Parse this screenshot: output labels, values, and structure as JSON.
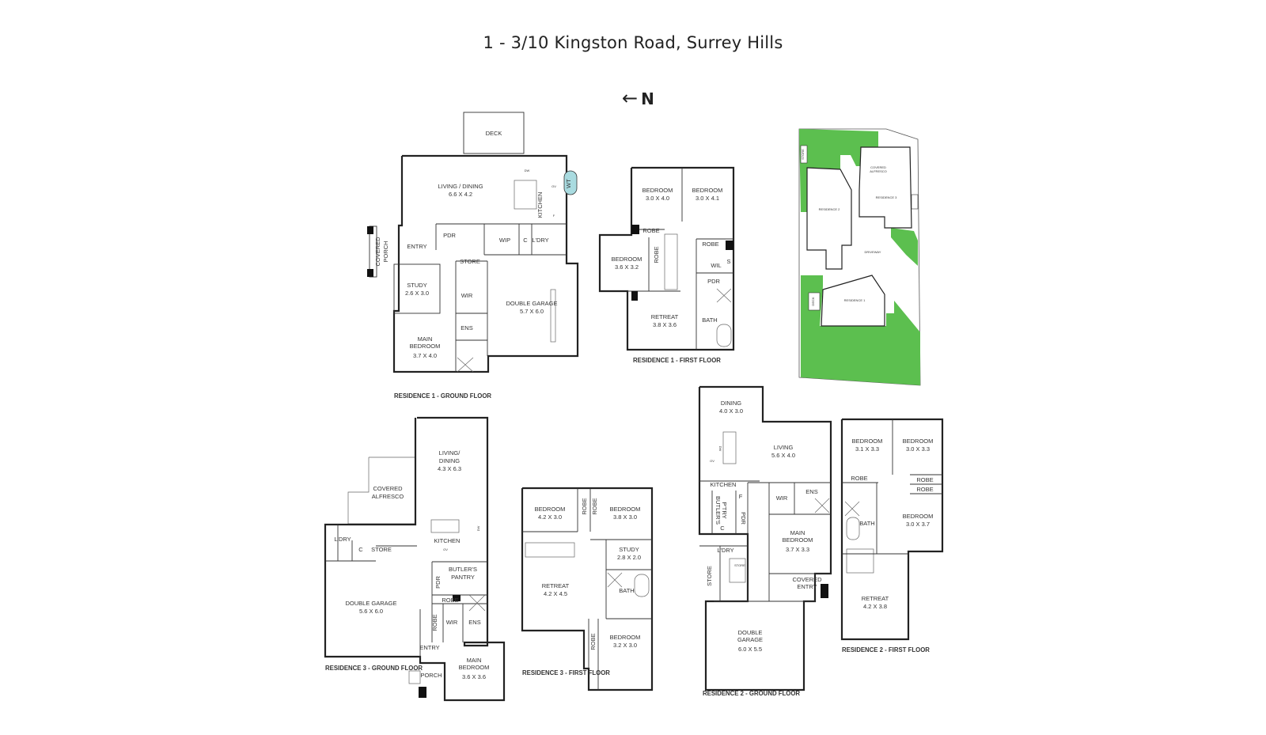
{
  "title": "1 - 3/10 Kingston Road, Surrey Hills",
  "north_label": "N",
  "north_arrow": "←",
  "captions": {
    "r1_ground": "RESIDENCE 1 - GROUND FLOOR",
    "r1_first": "RESIDENCE 1 - FIRST FLOOR",
    "r2_ground": "RESIDENCE 2 - GROUND FLOOR",
    "r2_first": "RESIDENCE 2 - FIRST FLOOR",
    "r3_ground": "RESIDENCE 3 - GROUND FLOOR",
    "r3_first": "RESIDENCE 3 - FIRST FLOOR"
  },
  "r1g": {
    "deck": "DECK",
    "living_name": "LIVING / DINING",
    "living_dim": "6.6 X 4.2",
    "kitchen": "KITCHEN",
    "wt": "WT",
    "dw": "DW",
    "ov": "OV",
    "f": "F",
    "pdr": "PDR",
    "wip": "WIP",
    "c": "C",
    "ldry": "L'DRY",
    "porch_a": "COVERED",
    "porch_b": "PORCH",
    "entry": "ENTRY",
    "store": "STORE",
    "study_name": "STUDY",
    "study_dim": "2.6 X 3.0",
    "wir": "WIR",
    "ens": "ENS",
    "garage_name": "DOUBLE GARAGE",
    "garage_dim": "5.7 X 6.0",
    "main_a": "MAIN",
    "main_b": "BEDROOM",
    "main_dim": "3.7 X 4.0"
  },
  "r1f": {
    "bed1_name": "BEDROOM",
    "bed1_dim": "3.0 X 4.0",
    "bed2_name": "BEDROOM",
    "bed2_dim": "3.0 X 4.1",
    "robe1": "ROBE",
    "robe2": "ROBE",
    "robe_v": "ROBE",
    "bed3_name": "BEDROOM",
    "bed3_dim": "3.6 X 3.2",
    "wil": "WIL",
    "s": "S",
    "pdr": "PDR",
    "retreat_name": "RETREAT",
    "retreat_dim": "3.8 X 3.6",
    "bath": "BATH"
  },
  "site": {
    "r2": "RESIDENCE 2",
    "r3": "RESIDENCE 3",
    "r1": "RESIDENCE 1",
    "driveway": "DRIVEWAY",
    "alfresco_a": "COVERED",
    "alfresco_b": "ALFRESCO",
    "store": "STORE",
    "deck": "DECK"
  },
  "r3g": {
    "living_name": "LIVING/",
    "living_name2": "DINING",
    "living_dim": "4.3 X 6.3",
    "alfresco_a": "COVERED",
    "alfresco_b": "ALFRESCO",
    "ldry": "L'DRY",
    "c": "C",
    "store": "STORE",
    "kitchen": "KITCHEN",
    "dw": "DW",
    "ov": "OV",
    "butler_a": "BUTLER'S",
    "butler_b": "PANTRY",
    "pdr": "PDR",
    "robe": "ROBE",
    "robe_v": "ROBE",
    "wir": "WIR",
    "ens": "ENS",
    "garage_name": "DOUBLE GARAGE",
    "garage_dim": "5.6 X 6.0",
    "entry": "ENTRY",
    "porch": "PORCH",
    "main_a": "MAIN",
    "main_b": "BEDROOM",
    "main_dim": "3.6 X 3.6"
  },
  "r3f": {
    "bed1_name": "BEDROOM",
    "bed1_dim": "4.2 X 3.0",
    "bed2_name": "BEDROOM",
    "bed2_dim": "3.8 X 3.0",
    "robe1": "ROBE",
    "robe2": "ROBE",
    "robe3": "ROBE",
    "study_name": "STUDY",
    "study_dim": "2.8 X 2.0",
    "retreat_name": "RETREAT",
    "retreat_dim": "4.2 X 4.5",
    "bath": "BATH",
    "bed3_name": "BEDROOM",
    "bed3_dim": "3.2 X 3.0"
  },
  "r2g": {
    "dining_name": "DINING",
    "dining_dim": "4.0 X 3.0",
    "living_name": "LIVING",
    "living_dim": "5.6 X 4.0",
    "dw": "DW",
    "ov": "OV",
    "kitchen": "KITCHEN",
    "butler": "BUTLER'S",
    "ptry": "P'TRY",
    "f": "F",
    "pdr": "PDR",
    "c": "C",
    "wir": "WIR",
    "ens": "ENS",
    "main_a": "MAIN",
    "main_b": "BEDROOM",
    "main_dim": "3.7 X 3.3",
    "ldry": "L'DRY",
    "store": "STORE",
    "store_v": "STORE",
    "entry_a": "COVERED",
    "entry_b": "ENTRY",
    "garage_a": "DOUBLE",
    "garage_b": "GARAGE",
    "garage_dim": "6.0 X 5.5"
  },
  "r2f": {
    "bed1_name": "BEDROOM",
    "bed1_dim": "3.1 X 3.3",
    "bed2_name": "BEDROOM",
    "bed2_dim": "3.0 X 3.3",
    "robe1": "ROBE",
    "robe2": "ROBE",
    "robe3": "ROBE",
    "bath": "BATH",
    "bed3_name": "BEDROOM",
    "bed3_dim": "3.0 X 3.7",
    "retreat_name": "RETREAT",
    "retreat_dim": "4.2 X 3.8"
  },
  "colors": {
    "lawn": "#5cbf4f",
    "wall": "#222222",
    "tank": "#a9dbe0"
  }
}
